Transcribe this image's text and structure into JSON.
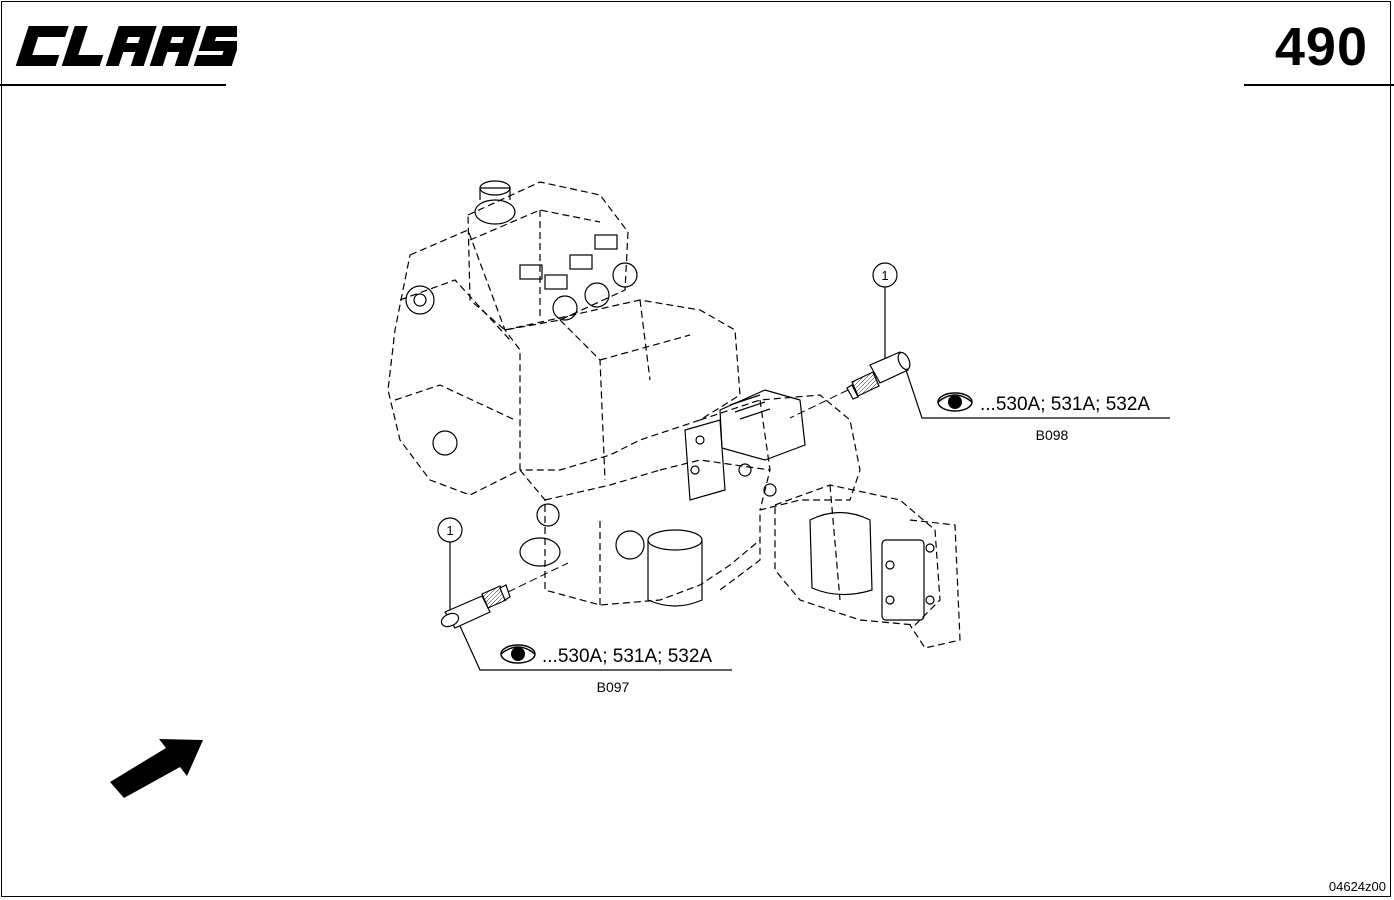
{
  "header": {
    "brand": "CLAAS",
    "page_number": "490"
  },
  "callouts": [
    {
      "number": "1",
      "refs": "...530A; 531A; 532A",
      "part_code": "B098",
      "view_icon": "eye-icon"
    },
    {
      "number": "1",
      "refs": "...530A; 531A; 532A",
      "part_code": "B097",
      "view_icon": "eye-icon"
    }
  ],
  "footer": {
    "drawing_id": "04624z00"
  },
  "icons": {
    "direction": "arrow-icon"
  }
}
